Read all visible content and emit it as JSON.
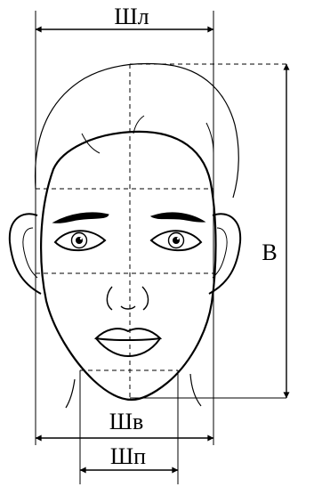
{
  "labels": {
    "forehead_width": "Шл",
    "face_height": "В",
    "cheek_width": "Шв",
    "jaw_width": "Шп"
  },
  "colors": {
    "line": "#000000",
    "background": "#ffffff"
  }
}
